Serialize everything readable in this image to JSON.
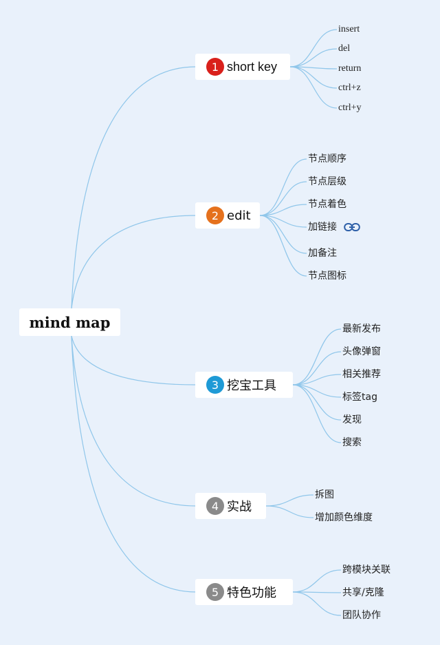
{
  "root": {
    "label": "mind map"
  },
  "branches": [
    {
      "number": "1",
      "label": "short key",
      "badge_color": "#d9201b",
      "children": [
        "insert",
        "del",
        "return",
        "ctrl+z",
        "ctrl+y"
      ]
    },
    {
      "number": "2",
      "label": "edit",
      "badge_color": "#e5711d",
      "children": [
        "节点顺序",
        "节点层级",
        "节点着色",
        "加链接",
        "加备注",
        "节点图标"
      ]
    },
    {
      "number": "3",
      "label": "挖宝工具",
      "badge_color": "#1e9ad6",
      "children": [
        "最新发布",
        "头像弹窗",
        "相关推荐",
        "标签tag",
        "发现",
        "搜索"
      ]
    },
    {
      "number": "4",
      "label": "实战",
      "badge_color": "#8a8a8a",
      "children": [
        "拆图",
        "增加颜色维度"
      ]
    },
    {
      "number": "5",
      "label": "特色功能",
      "badge_color": "#8a8a8a",
      "children": [
        "跨模块关联",
        "共享/克隆",
        "团队协作"
      ]
    }
  ],
  "icons": {
    "link": "link-icon"
  },
  "colors": {
    "background": "#e9f1fb",
    "link_line": "#8fc6ea",
    "link_icon": "#2d5fa8"
  }
}
